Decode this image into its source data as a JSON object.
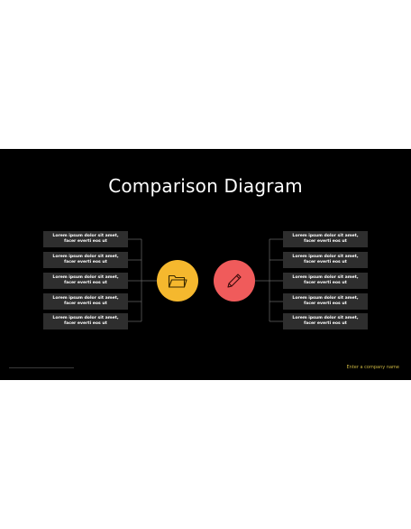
{
  "slide": {
    "title": "Comparison Diagram",
    "footer_company": "Enter a company name"
  },
  "left_items": [
    "Lorem ipsum dolor sit amet,\nfacer everti eos ut",
    "Lorem ipsum dolor sit amet,\nfacer everti eos ut",
    "Lorem ipsum dolor sit amet,\nfacer everti eos ut",
    "Lorem ipsum dolor sit amet,\nfacer everti eos ut",
    "Lorem ipsum dolor sit amet,\nfacer everti eos ut"
  ],
  "right_items": [
    "Lorem ipsum dolor sit amet,\nfacer everti eos ut",
    "Lorem ipsum dolor sit amet,\nfacer everti eos ut",
    "Lorem ipsum dolor sit amet,\nfacer everti eos ut",
    "Lorem ipsum dolor sit amet,\nfacer everti eos ut",
    "Lorem ipsum dolor sit amet,\nfacer everti eos ut"
  ],
  "icons": {
    "left": "folder-icon",
    "right": "pencil-icon"
  },
  "colors": {
    "background": "#000000",
    "box": "#2e2e2e",
    "left_circle": "#f5b82e",
    "right_circle": "#f05b5b",
    "connector": "#6a6a6a",
    "footer_text": "#c8b340"
  }
}
